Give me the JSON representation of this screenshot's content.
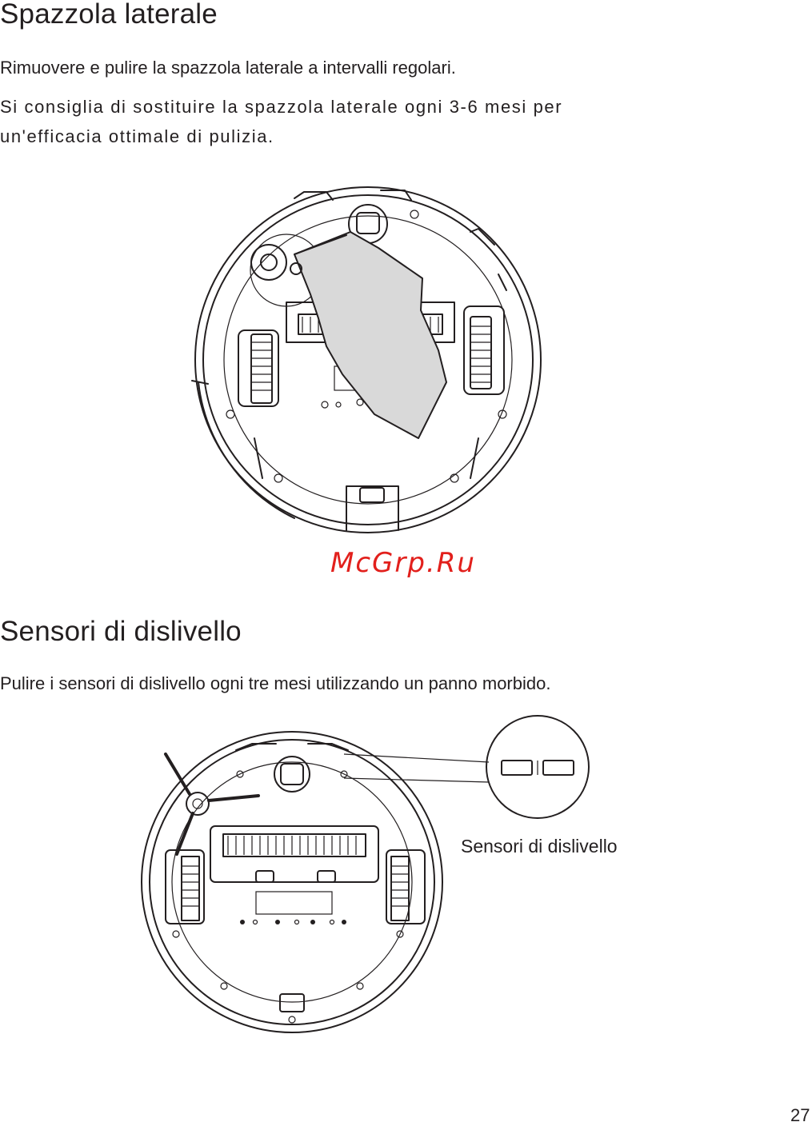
{
  "section1": {
    "title": "Spazzola laterale",
    "para1": "Rimuovere e pulire la spazzola laterale a intervalli regolari.",
    "para2_line1": "Si consiglia di sostituire la spazzola laterale ogni 3-6 mesi per",
    "para2_line2": "un'efficacia ottimale di pulizia."
  },
  "watermark": "McGrp.Ru",
  "section2": {
    "title": "Sensori di dislivello",
    "para1": "Pulire i sensori di dislivello ogni tre mesi utilizzando un panno morbido.",
    "callout": "Sensori di dislivello"
  },
  "page_number": "27",
  "colors": {
    "text": "#231f20",
    "watermark": "#e2201c",
    "hand": "#d9d9d9"
  }
}
